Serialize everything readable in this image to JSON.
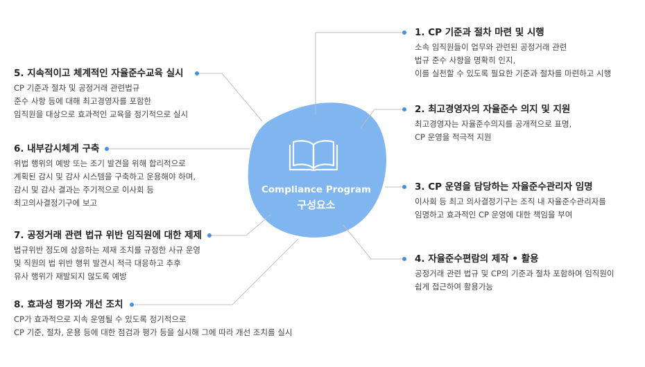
{
  "center": {
    "title": "Compliance Program",
    "subtitle": "구성요소",
    "icon": "open-book-icon",
    "color": "#7fb6f0"
  },
  "accent_color": "#4a90e2",
  "items": [
    {
      "title": "1. CP 기준과 절차 마련 및 시행",
      "desc": [
        "소속 임직원들이 업무와 관련된 공정거래 관련",
        "법규 준수 사항을 명확히 인지,",
        "이를 실천할 수 있도록 필요한 기준과 절차를 마련하고 시행"
      ]
    },
    {
      "title": "2. 최고경영자의 자율준수 의지 및 지원",
      "desc": [
        "최고경영자는 자율준수의지를 공개적으로 표명,",
        "CP 운영을 적극적 지원"
      ]
    },
    {
      "title": "3. CP 운영을 담당하는 자율준수관리자 임명",
      "desc": [
        "이사회 등 최고 의사결정기구는 조직 내 자율준수관리자를",
        "임명하고 효과적인 CP 운영에 대한 책임을 부여"
      ]
    },
    {
      "title": "4. 자율준수편람의 제작 • 활용",
      "desc": [
        "공정거래 관련 법규 및 CP의 기준과 절차 포함하여 임직원이",
        "쉽게 접근하여 활용가능"
      ]
    },
    {
      "title": "5. 지속적이고 체계적인 자율준수교육 실시",
      "desc": [
        "CP 기준과 절차 및 공정거래 관련법규",
        "준수 사항 등에 대해 최고경영자를 포함한",
        "임직원을 대상으로 효과적인 교육을 정기적으로 실시"
      ]
    },
    {
      "title": "6. 내부감시체계 구축",
      "desc": [
        "위법 행위의 예방 또는 조기 발견을 위해 합리적으로",
        "계획된 감시 및 감사 시스템을 구축하고 운용해야 하며,",
        "감시 및 감사 결과는 주기적으로 이사회 등",
        "최고의사결정기구에 보고"
      ]
    },
    {
      "title": "7. 공정거래 관련 법규 위반 임직원에 대한 제제",
      "desc": [
        "법규위반 정도에 상응하는 제재 조치를 규정한 사규 운영",
        "및 직원의 법 위반 행위 발견시 적극 대응하고 추후",
        "유사 행위가 재발되지 않도록 예방"
      ]
    },
    {
      "title": "8. 효과성 평가와 개선 조치",
      "desc": [
        "CP가 효과적으로 지속 운영될 수 있도록 정기적으로",
        "CP 기준, 절차, 운용 등에 대한 점검과 평가 등을 실시해 그에 따라 개선 조치를 실시"
      ]
    }
  ]
}
